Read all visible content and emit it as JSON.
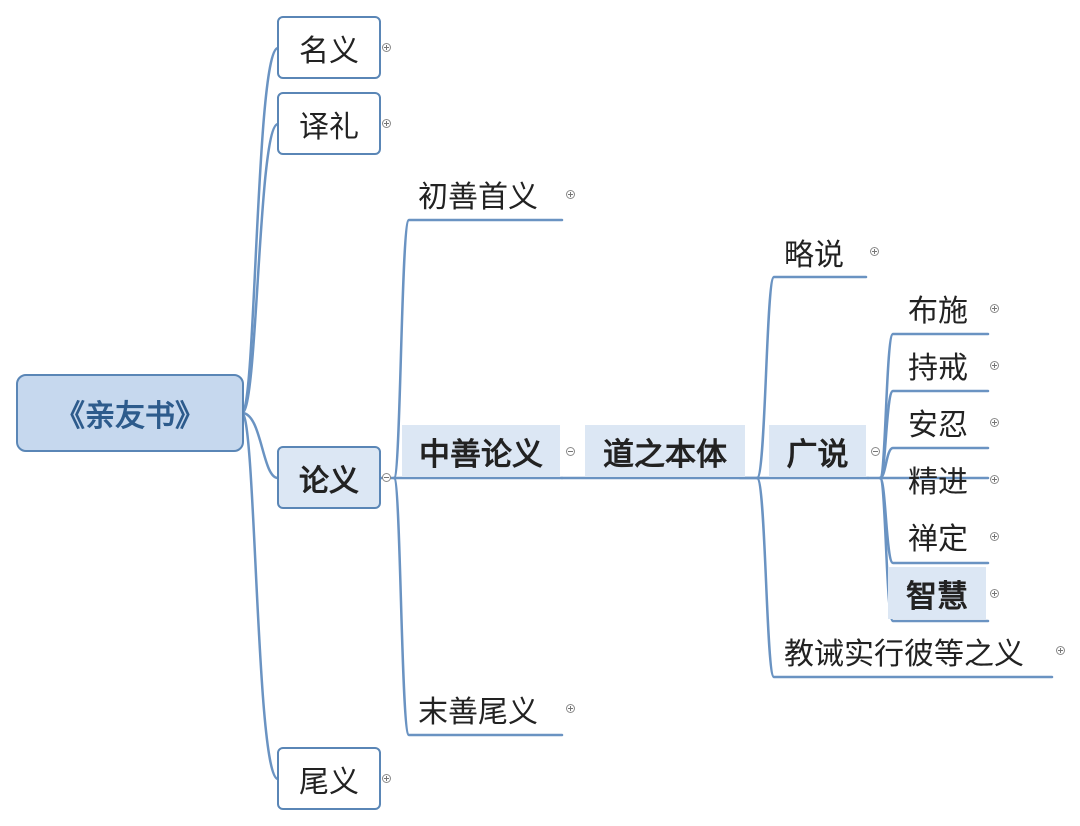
{
  "root": {
    "label": "《亲友书》"
  },
  "level1": {
    "mingyi": "名义",
    "yili": "译礼",
    "lunyi": "论义",
    "weiyi": "尾义"
  },
  "level2": {
    "chushan": "初善首义",
    "zhongshan": "中善论义",
    "moshan": "末善尾义"
  },
  "level3": {
    "daozhi": "道之本体"
  },
  "level4": {
    "lueshuo": "略说",
    "guangshuo": "广说",
    "jiaojie": "教诫实行彼等之义"
  },
  "level5": [
    "布施",
    "持戒",
    "安忍",
    "精进",
    "禅定",
    "智慧"
  ],
  "colors": {
    "line": "#6a93c2",
    "box_border": "#5a86b6",
    "root_fill": "#c6d8ee",
    "band_fill": "#dce7f4",
    "root_text": "#2d5b8c"
  },
  "icons": {
    "expand": "plus-circle-icon",
    "collapse": "minus-circle-icon"
  }
}
